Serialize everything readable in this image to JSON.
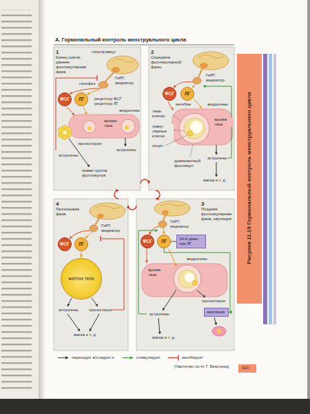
{
  "diagram": {
    "title": "А. Гормональный контроль менструального цикла",
    "caption": "Рисунок 11.19 Гормональный контроль менструального цикла",
    "nodes": [
      {
        "text": [
          "1",
          "Конец цикла, ранняя фолликулярная фаза"
        ]
      },
      {
        "text": [
          "2",
          "Середина фолликулярной фазы"
        ]
      },
      {
        "text": [
          "4",
          "Лютеиновая фаза"
        ]
      },
      {
        "text": [
          "3",
          "Поздняя фолликулярная фаза, овуляция"
        ]
      },
      {
        "text": [
          "ФСГ"
        ],
        "in": 0
      },
      {
        "text": [
          "ЛГ"
        ],
        "in": 0
      },
      {
        "text": [
          "ФСГ"
        ],
        "in": 1
      },
      {
        "text": [
          "ЛГ"
        ],
        "in": 1
      },
      {
        "text": [
          "ФСГ"
        ],
        "in": 2
      },
      {
        "text": [
          "ЛГ"
        ],
        "in": 2
      },
      {
        "text": [
          "желтое тело"
        ],
        "in": 2
      },
      {
        "text": [
          "ФСГ"
        ],
        "in": 3
      },
      {
        "text": [
          "ЛГ"
        ],
        "in": 3
      },
      {
        "text": [
          "14-й день: пик ЛГ"
        ],
        "in": 3
      },
      {
        "text": [
          "овуляция"
        ],
        "in": 3
      }
    ],
    "edges": [
      {
        "from": 0,
        "to": 1,
        "arrow": "to"
      },
      {
        "from": 1,
        "to": 3,
        "arrow": "to"
      },
      {
        "from": 3,
        "to": 2,
        "arrow": "to"
      },
      {
        "from": 2,
        "to": 0,
        "arrow": "to"
      },
      {
        "from": 12,
        "to": 13,
        "arrow": "none"
      },
      {
        "from": 12,
        "to": 14,
        "arrow": "to"
      }
    ],
    "labels": [
      "гипоталамус",
      "ГнРГ, медиатор",
      "гипофиз",
      "рецептор ФСГ",
      "рецептор ЛГ",
      "андрогены",
      "арома-таза",
      "прогестерон",
      "эстрогены",
      "эстрогены",
      "новая группа фолликулов",
      "ГнРГ, медиатор",
      "андрогены",
      "тека-клетки",
      "арома-таза",
      "ингибин",
      "грану-лярные клетки",
      "ооцит",
      "эстрогены",
      "доминантный фолликул",
      "матка и т. д.",
      "ГнРГ, медиатор",
      "эстрогены",
      "прогестерон",
      "матка и т. д.",
      "ГнРГ, медиатор",
      "андрогены",
      "арома-таза",
      "прогестерон",
      "эстрогены",
      "матка и т. д.",
      "323",
      "(Частично по Н. Г. Бекстенд)"
    ],
    "legend": [
      {
        "text": "переходит в/следует к"
      },
      {
        "text": "стимулирует"
      },
      {
        "text": "ингибирует"
      }
    ]
  }
}
